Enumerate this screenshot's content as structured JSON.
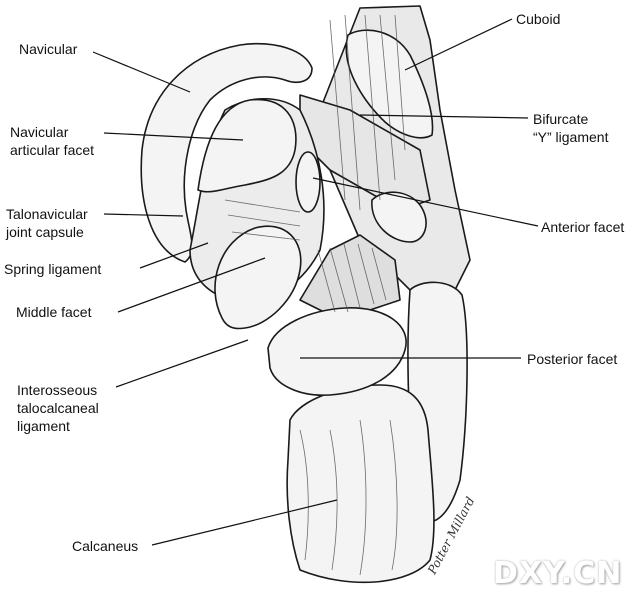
{
  "figure": {
    "labels": {
      "navicular": [
        "Navicular"
      ],
      "navicular_facet": [
        "Navicular",
        "articular facet"
      ],
      "tn_capsule": [
        "Talonavicular",
        "joint capsule"
      ],
      "spring_ligament": [
        "Spring ligament"
      ],
      "middle_facet": [
        "Middle facet"
      ],
      "interosseous": [
        "Interosseous",
        "talocalcaneal",
        "ligament"
      ],
      "calcaneus": [
        "Calcaneus"
      ],
      "cuboid": [
        "Cuboid"
      ],
      "bifurcate": [
        "Bifurcate",
        "“Y” ligament"
      ],
      "anterior_facet": [
        "Anterior facet"
      ],
      "posterior_facet": [
        "Posterior facet"
      ]
    },
    "signature": "Potter Millard",
    "watermark": "DXY.CN",
    "colors": {
      "ink": "#1a1a1a",
      "bone_fill": "#f4f4f4",
      "paper": "#ffffff"
    }
  }
}
